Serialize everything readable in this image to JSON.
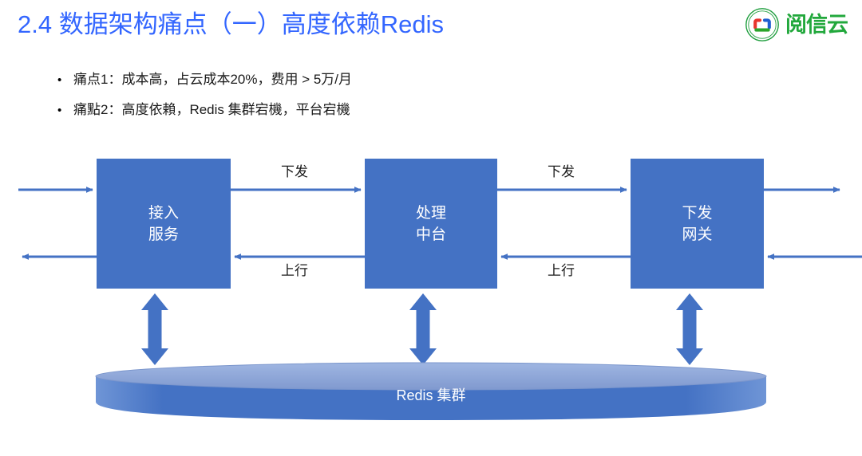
{
  "slide": {
    "title": "2.4 数据架构痛点（一）高度依赖Redis",
    "title_color": "#3366ff",
    "background": "#ffffff"
  },
  "logo": {
    "emblem_name": "recycle-triangle-emblem",
    "wordmark": "阅信云",
    "wordmark_color": "#22a83c",
    "emblem_ring_color": "#1f9e3e",
    "emblem_arc_colors": [
      "#e8352e",
      "#1f5fd0",
      "#2aa52a"
    ]
  },
  "bullets": [
    {
      "marker": "•",
      "text": "痛点1：成本高，占云成本20%，费用 > 5万/月"
    },
    {
      "marker": "•",
      "text": "痛點2：高度依賴，Redis 集群宕機，平台宕機"
    }
  ],
  "diagram": {
    "box_fill": "#4472c4",
    "arrow_color": "#4472c4",
    "cylinder_top_fill": "#8faadc",
    "cylinder_body_fill": "#4472c4",
    "boxes": [
      {
        "id": "access-service",
        "line1": "接入",
        "line2": "服务"
      },
      {
        "id": "processing-midplatform",
        "line1": "处理",
        "line2": "中台"
      },
      {
        "id": "delivery-gateway",
        "line1": "下发",
        "line2": "网关"
      }
    ],
    "flow_labels": [
      {
        "id": "downstream-1",
        "text": "下发"
      },
      {
        "id": "upstream-1",
        "text": "上行"
      },
      {
        "id": "downstream-2",
        "text": "下发"
      },
      {
        "id": "upstream-2",
        "text": "上行"
      }
    ],
    "datastore": {
      "id": "redis-cluster",
      "label": "Redis 集群"
    }
  }
}
